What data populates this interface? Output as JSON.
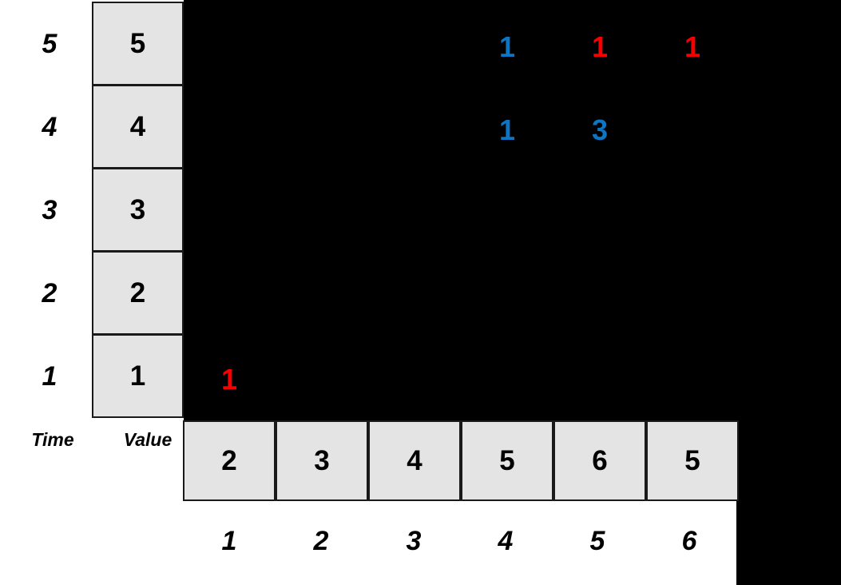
{
  "figure": {
    "background_color": "#000000",
    "cell_fill": "#e4e4e4",
    "cell_border": "#1a1a1a",
    "marker_blue": "#0c75c4",
    "marker_red": "#f50000"
  },
  "axes": {
    "y_axis_title": "Time",
    "value_axis_title": "Value",
    "y_tick_labels": [
      "5",
      "4",
      "3",
      "2",
      "1"
    ],
    "x_tick_labels": [
      "1",
      "2",
      "3",
      "4",
      "5",
      "6"
    ]
  },
  "value_column": {
    "title": "Value",
    "cells": [
      "5",
      "4",
      "3",
      "2",
      "1"
    ]
  },
  "bottom_row": {
    "cells": [
      "2",
      "3",
      "4",
      "5",
      "6",
      "5"
    ]
  },
  "chart_data": {
    "type": "heatmap",
    "title": "",
    "xlabel": "",
    "ylabel": "Time",
    "x": [
      1,
      2,
      3,
      4,
      5,
      6
    ],
    "x_values": [
      2,
      3,
      4,
      5,
      6,
      5
    ],
    "y": [
      1,
      2,
      3,
      4,
      5
    ],
    "y_values": [
      1,
      2,
      3,
      4,
      5
    ],
    "grid": false,
    "legend": "none",
    "points": [
      {
        "col": 1,
        "row": 1,
        "label": "1",
        "color": "#f50000"
      },
      {
        "col": 4,
        "row": 4,
        "label": "1",
        "color": "#0c75c4"
      },
      {
        "col": 5,
        "row": 4,
        "label": "3",
        "color": "#0c75c4"
      },
      {
        "col": 4,
        "row": 5,
        "label": "1",
        "color": "#0c75c4"
      },
      {
        "col": 5,
        "row": 5,
        "label": "1",
        "color": "#f50000"
      },
      {
        "col": 6,
        "row": 5,
        "label": "1",
        "color": "#f50000"
      }
    ]
  }
}
